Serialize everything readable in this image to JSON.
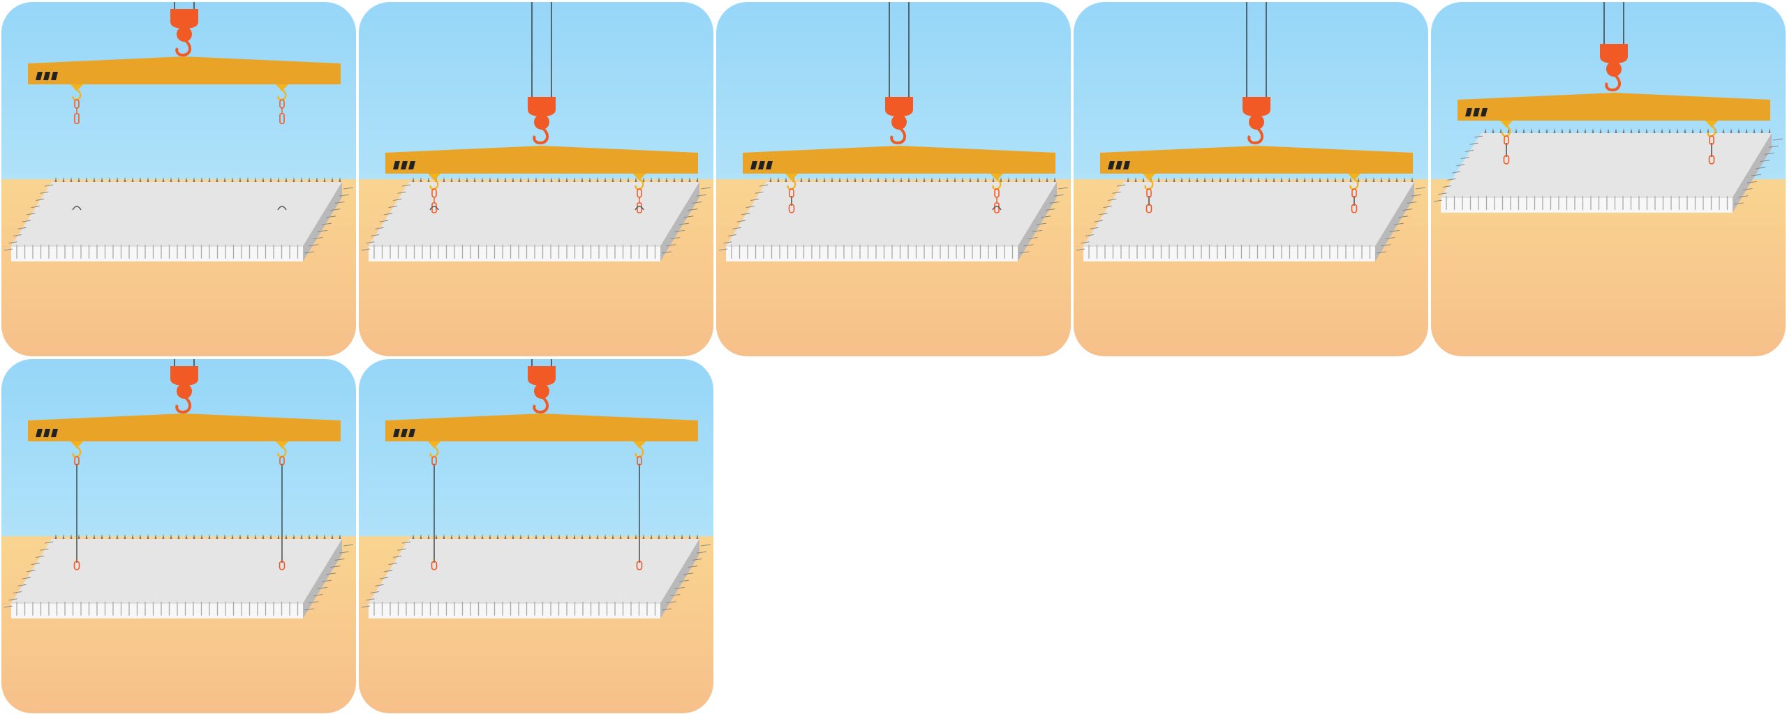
{
  "colors": {
    "sky_top": "#96d6f8",
    "sky_bottom": "#b0e2f9",
    "ground_top": "#f9d490",
    "ground_bottom": "#f6c08a",
    "beam": "#e9a427",
    "crane_hook": "#f25a25",
    "sling_hook": "#f1b420",
    "slab_top": "#e5e5e5",
    "slab_side": "#b9b9b9",
    "slab_front": "#f7f7f7",
    "warning_stripes": "#222222"
  },
  "icons": [
    "crane-hook-icon",
    "lifting-beam-icon",
    "sling-hook-icon",
    "shackle-icon",
    "lifting-loop-icon",
    "concrete-slab-icon",
    "hazard-stripes-icon"
  ],
  "frames": [
    {
      "step": 1,
      "crane_height": "high",
      "beam_level": "high",
      "slings_attached": 0,
      "slab_raised": false
    },
    {
      "step": 2,
      "crane_height": "lowered",
      "beam_level": "low",
      "slings_attached": 0,
      "slab_raised": false
    },
    {
      "step": 3,
      "crane_height": "lowered",
      "beam_level": "low",
      "slings_attached": 1,
      "slab_raised": false
    },
    {
      "step": 4,
      "crane_height": "lowered",
      "beam_level": "low",
      "slings_attached": 2,
      "slab_raised": false
    },
    {
      "step": 5,
      "crane_height": "raised",
      "beam_level": "mid",
      "slings_attached": 2,
      "slab_raised": true
    },
    {
      "step": 6,
      "crane_height": "high",
      "beam_level": "high",
      "slings_attached": 2,
      "slab_raised": false
    },
    {
      "step": 7,
      "crane_height": "high",
      "beam_level": "high",
      "slings_attached": 2,
      "slab_raised": false
    }
  ]
}
